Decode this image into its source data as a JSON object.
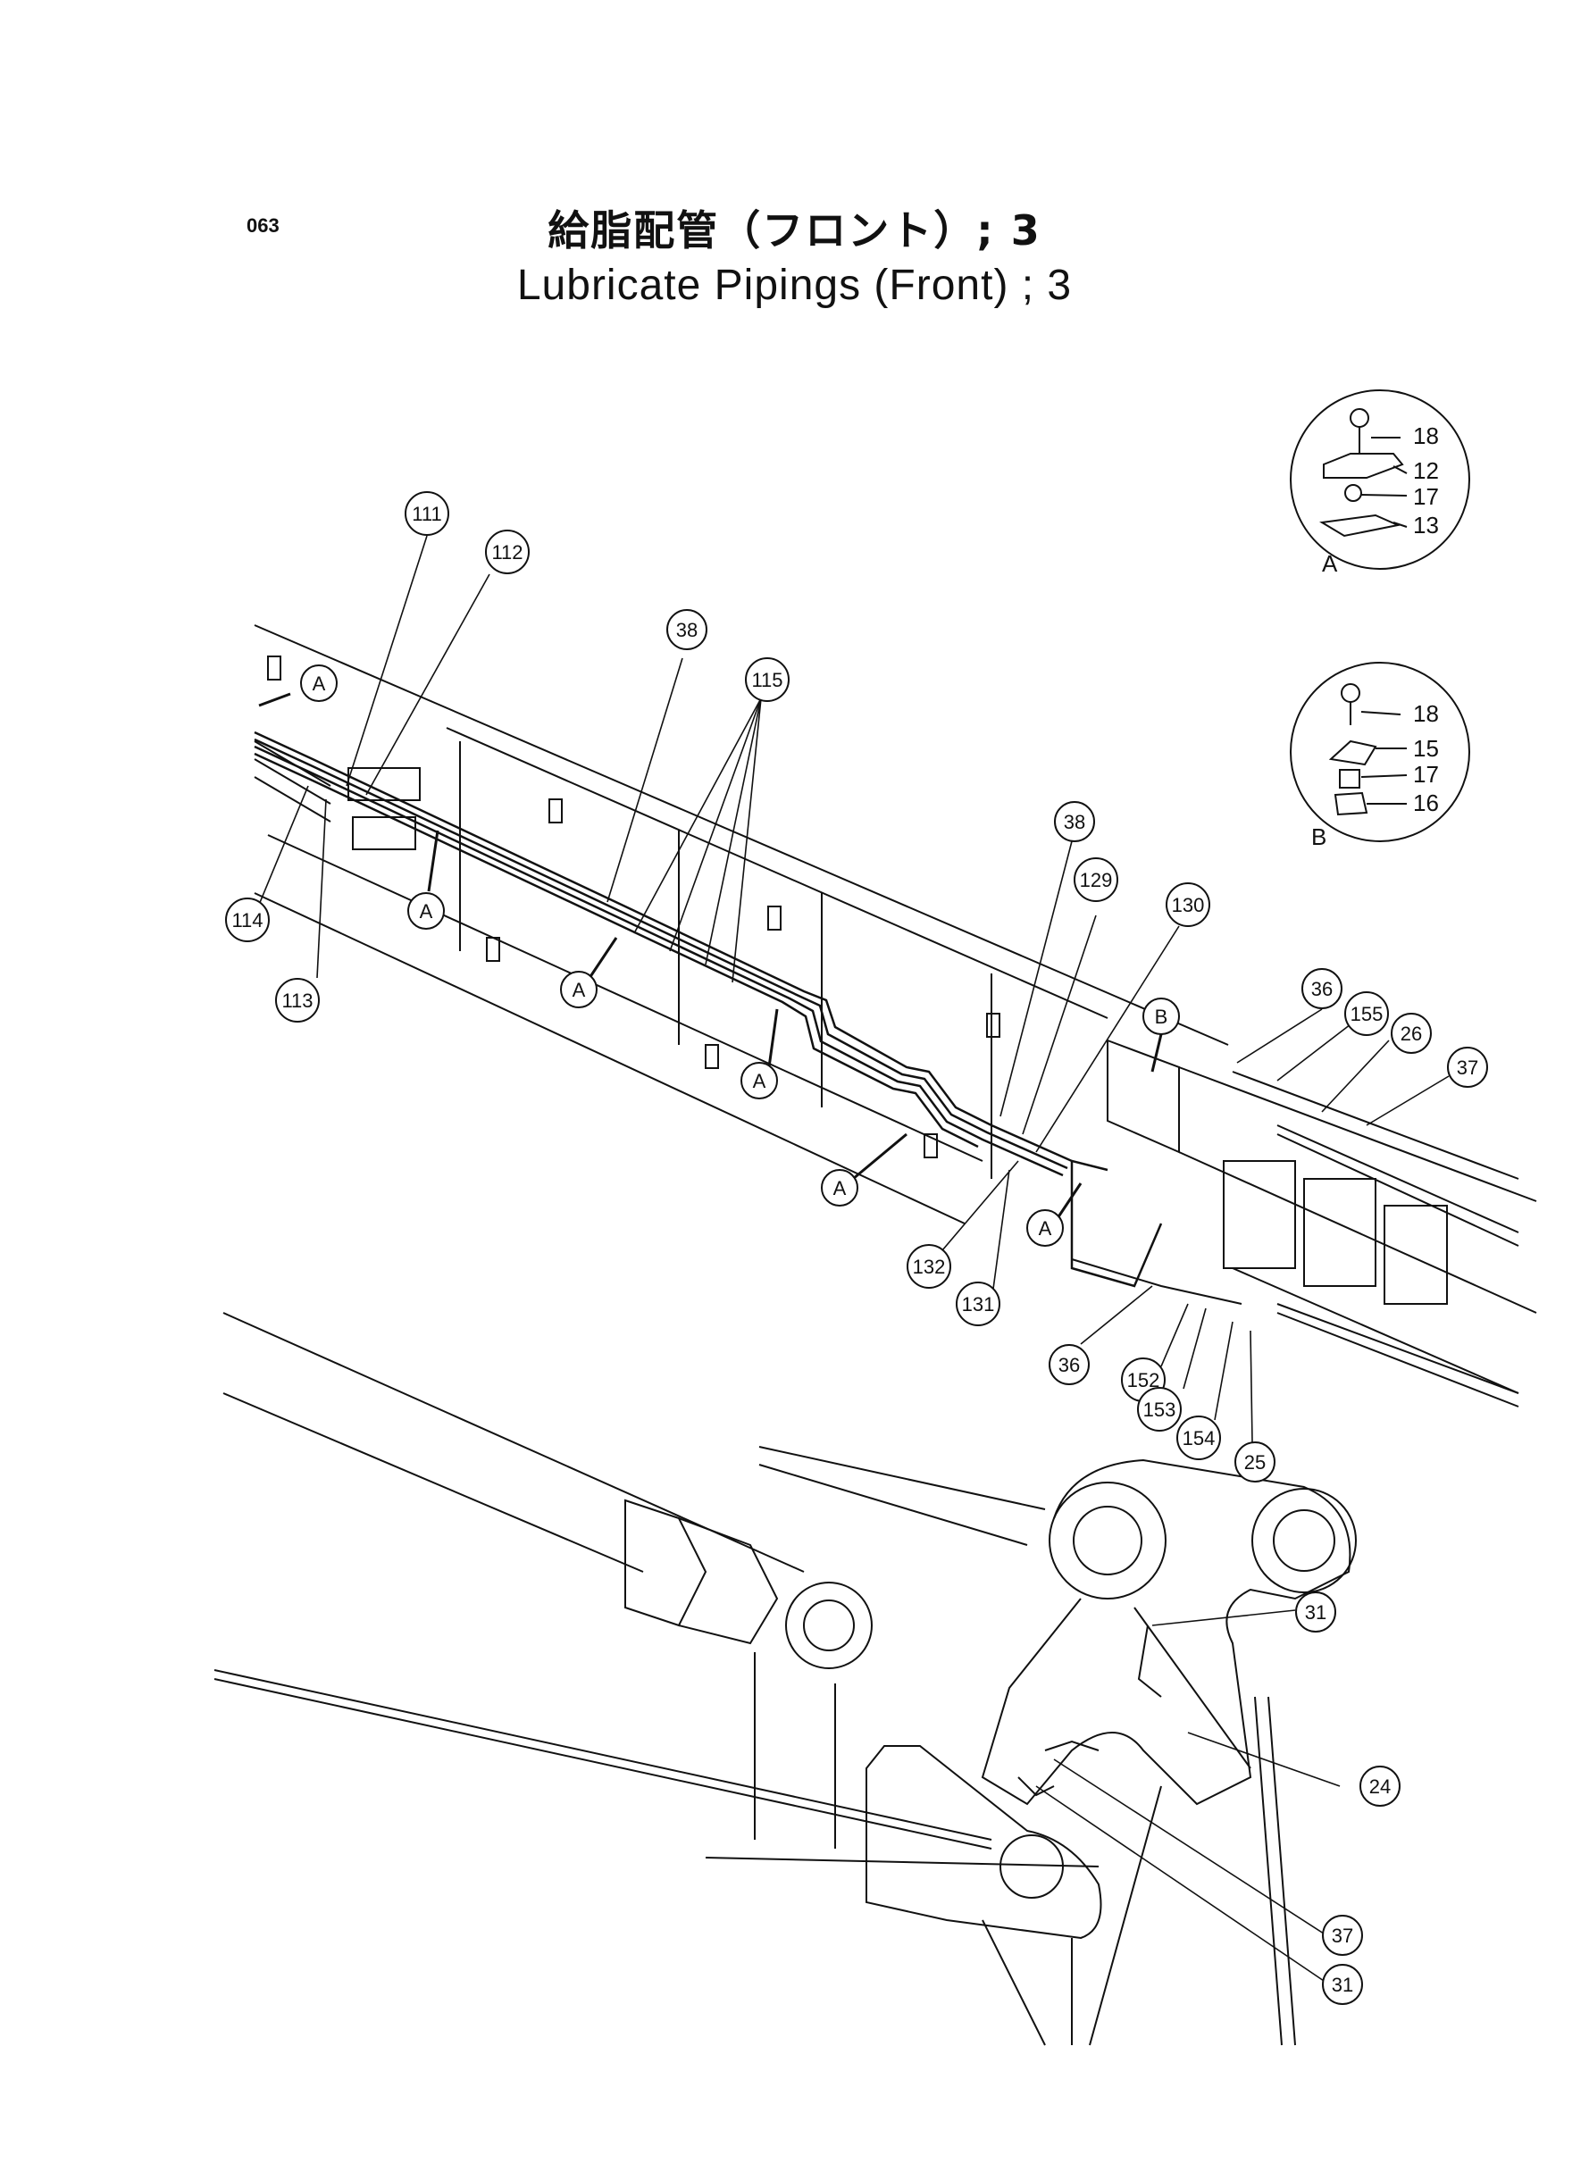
{
  "page_number": "063",
  "title_jp": "給脂配管（フロント）; 3",
  "title_en": "Lubricate Pipings (Front) ; 3",
  "details": [
    {
      "marker": "A",
      "parts": [
        "18",
        "12",
        "17",
        "13"
      ]
    },
    {
      "marker": "B",
      "parts": [
        "18",
        "15",
        "17",
        "16"
      ]
    }
  ],
  "callouts": {
    "c111": "111",
    "c112": "112",
    "c38a": "38",
    "c115": "115",
    "c114": "114",
    "c113": "113",
    "c38b": "38",
    "c129": "129",
    "c130": "130",
    "c36a": "36",
    "c155": "155",
    "c26": "26",
    "c37a": "37",
    "c132": "132",
    "c131": "131",
    "c36b": "36",
    "c152": "152",
    "c153": "153",
    "c154": "154",
    "c25": "25",
    "c31a": "31",
    "c24": "24",
    "c37b": "37",
    "c31b": "31"
  },
  "markers": {
    "a1": "A",
    "a2": "A",
    "a3": "A",
    "a4": "A",
    "a5": "A",
    "a6": "A",
    "b1": "B"
  }
}
